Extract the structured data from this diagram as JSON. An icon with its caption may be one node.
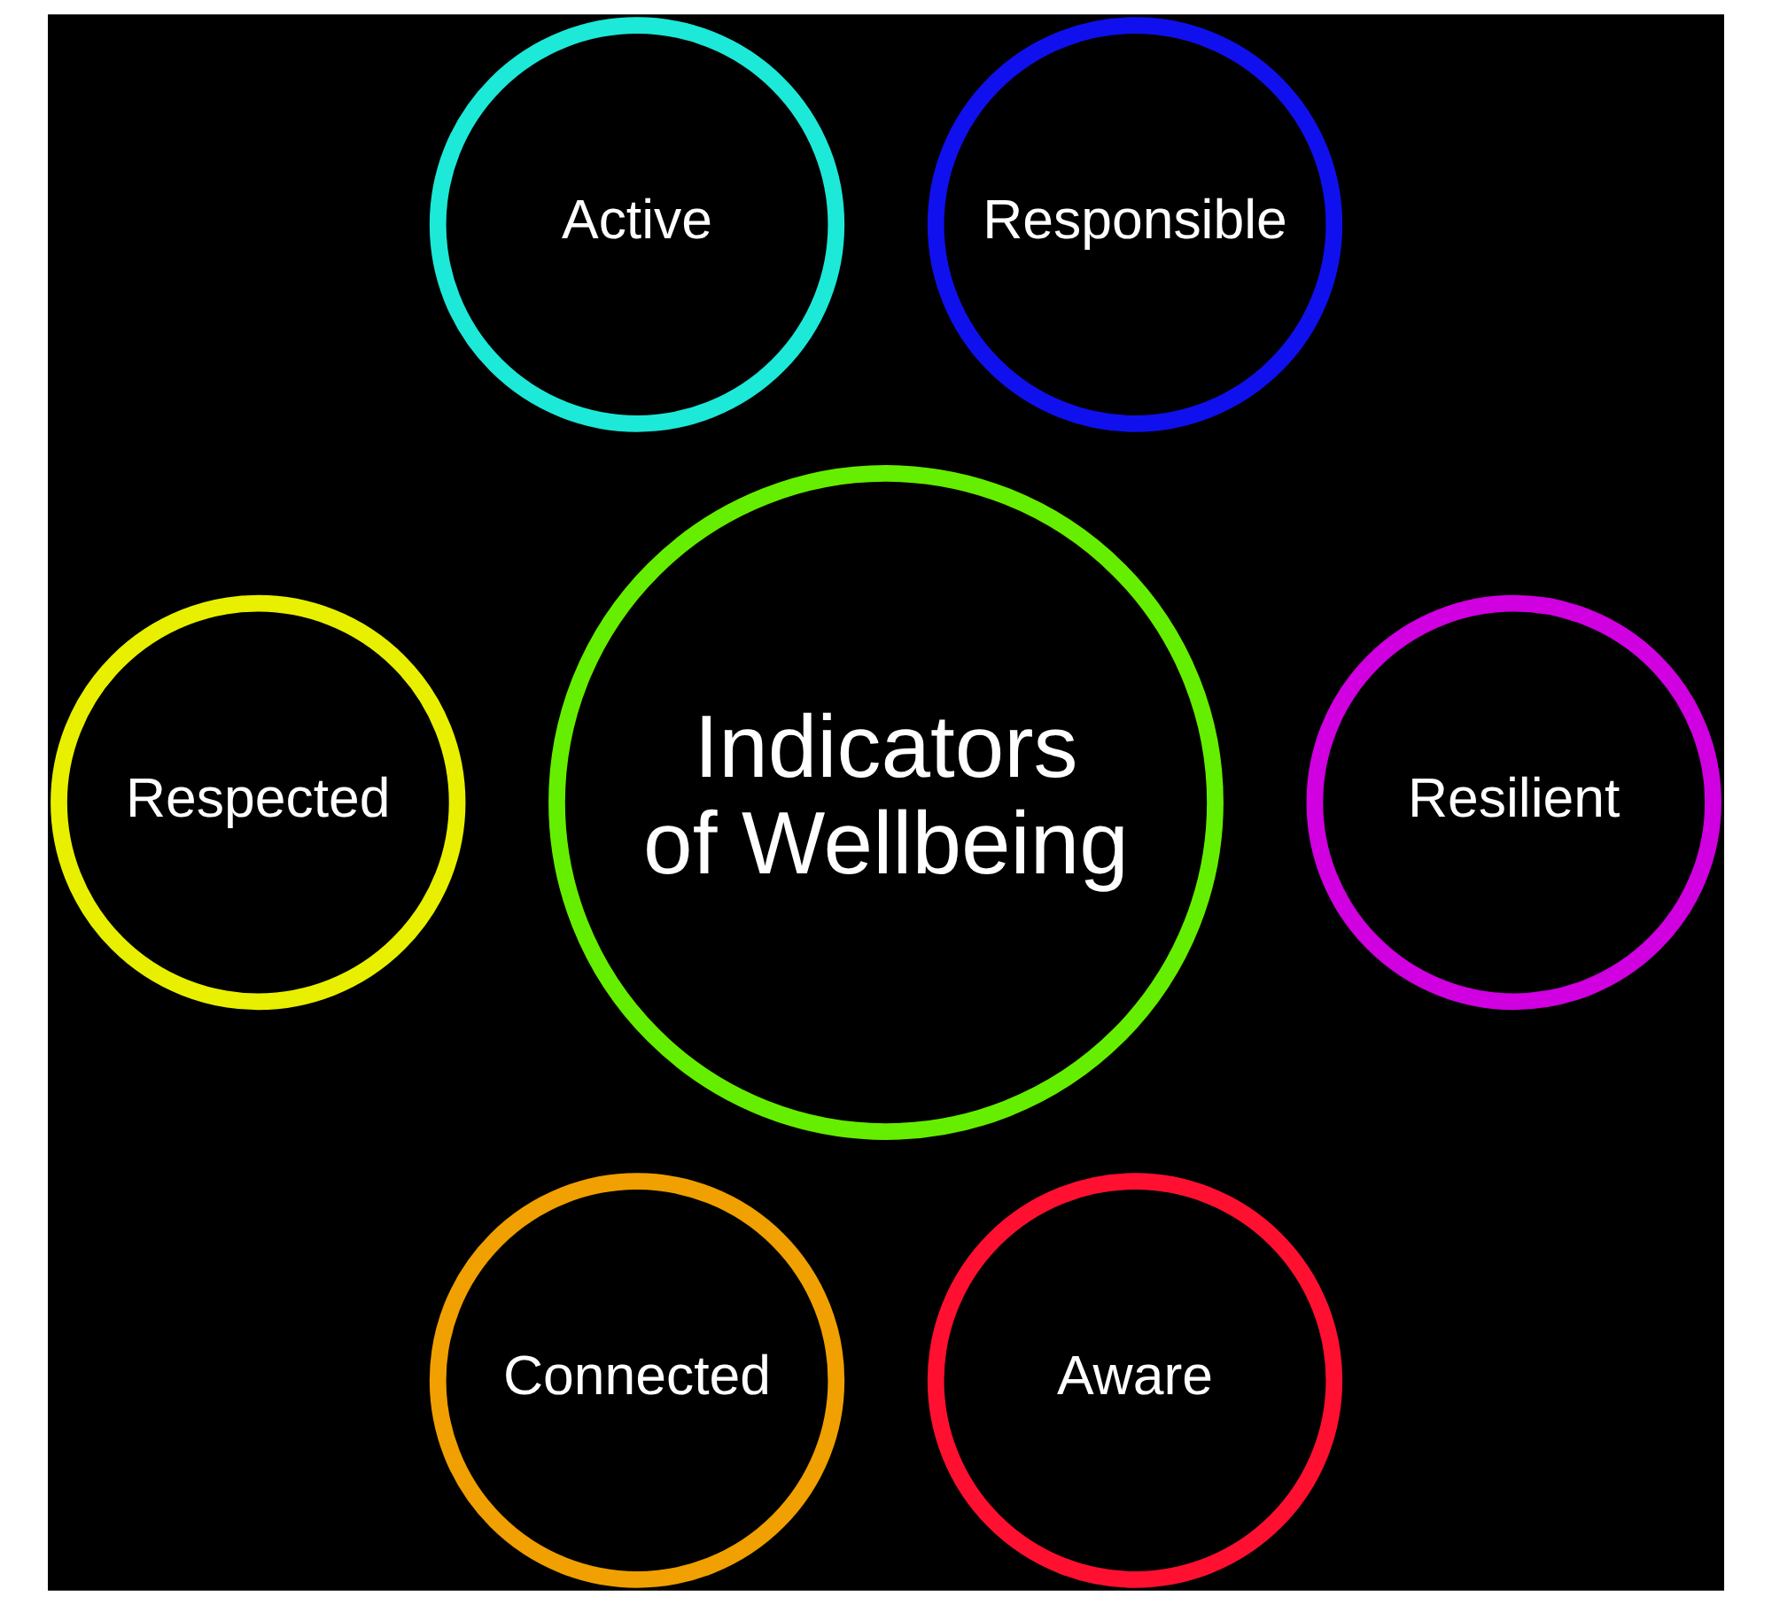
{
  "diagram": {
    "nodes": [
      {
        "text": [
          "Active"
        ]
      },
      {
        "text": [
          "Responsible"
        ]
      },
      {
        "text": [
          "Respected"
        ]
      },
      {
        "text": [
          "Indicators of Wellbeing"
        ]
      },
      {
        "text": [
          "Resilient"
        ]
      },
      {
        "text": [
          "Connected"
        ]
      },
      {
        "text": [
          "Aware"
        ]
      }
    ]
  }
}
